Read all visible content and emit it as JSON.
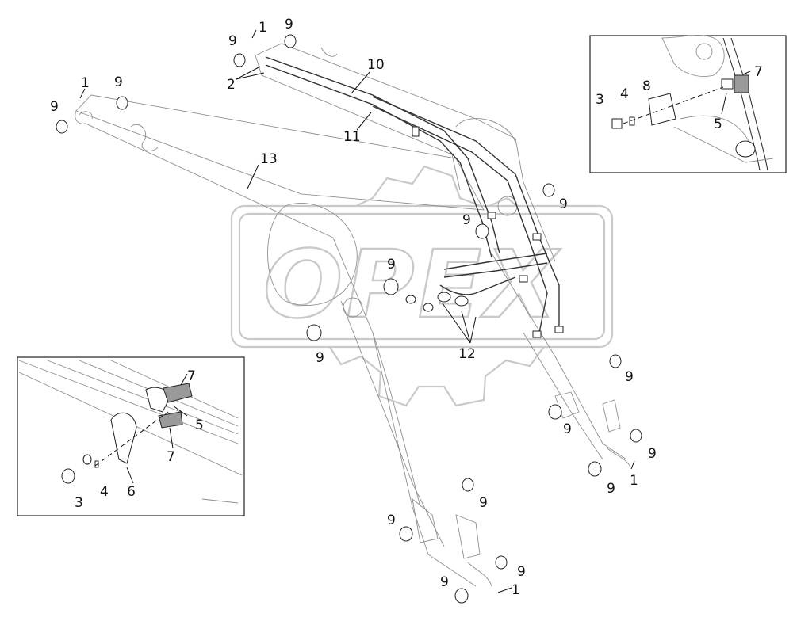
{
  "watermark": {
    "text": "OPEX"
  },
  "callouts": {
    "c1a": "1",
    "c1b": "1",
    "c1c": "1",
    "c1d": "1",
    "c2": "2",
    "c9a": "9",
    "c9b": "9",
    "c9c": "9",
    "c9d": "9",
    "c9e": "9",
    "c9f": "9",
    "c9g": "9",
    "c9h": "9",
    "c9i": "9",
    "c9j": "9",
    "c9k": "9",
    "c9l": "9",
    "c9m": "9",
    "c9n": "9",
    "c9o": "9",
    "c9p": "9",
    "c10": "10",
    "c11": "11",
    "c12": "12",
    "c13": "13"
  },
  "inset_top_right": {
    "c3": "3",
    "c4": "4",
    "c5": "5",
    "c7": "7",
    "c8": "8"
  },
  "inset_bottom_left": {
    "c3": "3",
    "c4": "4",
    "c5": "5",
    "c6": "6",
    "c7a": "7",
    "c7b": "7"
  }
}
